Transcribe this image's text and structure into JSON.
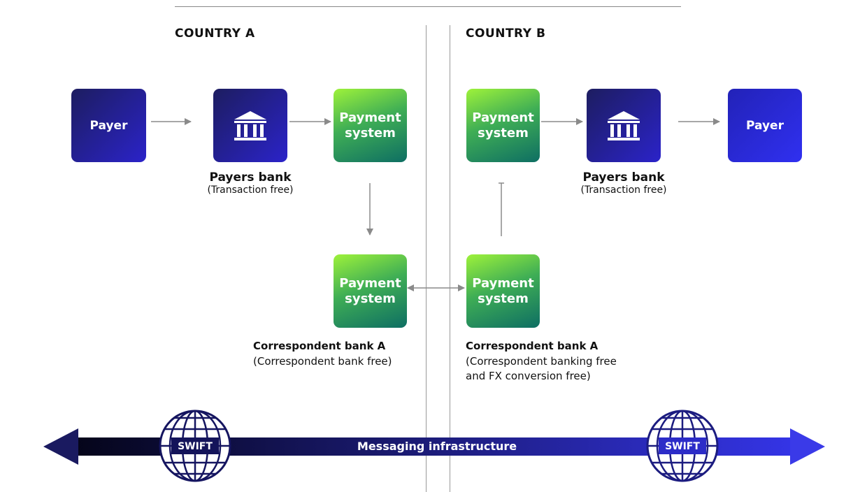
{
  "header": {
    "country_a": "COUNTRY A",
    "country_b": "COUNTRY B"
  },
  "country_a": {
    "payer": {
      "label": "Payer"
    },
    "payers_bank": {
      "title": "Payers bank",
      "subtitle": "(Transaction free)"
    },
    "payment_system_top": {
      "line1": "Payment",
      "line2": "system"
    },
    "payment_system_bottom": {
      "line1": "Payment",
      "line2": "system"
    },
    "correspondent": {
      "title": "Correspondent bank A",
      "subtitle": "(Correspondent bank free)"
    }
  },
  "country_b": {
    "payer": {
      "label": "Payer"
    },
    "payers_bank": {
      "title": "Payers bank",
      "subtitle": "(Transaction free)"
    },
    "payment_system_top": {
      "line1": "Payment",
      "line2": "system"
    },
    "payment_system_bottom": {
      "line1": "Payment",
      "line2": "system"
    },
    "correspondent": {
      "title": "Correspondent bank A",
      "subtitle_line1": "(Correspondent banking free",
      "subtitle_line2": "and FX conversion free)"
    }
  },
  "infrastructure": {
    "label": "Messaging infrastructure",
    "swift_left": "SWIFT",
    "swift_right": "SWIFT"
  },
  "icons": {
    "bank": "bank-building-icon",
    "globe": "globe-icon"
  },
  "colors": {
    "navy": "#1d1d60",
    "blue": "#2b23c9",
    "green_light": "#9ef23a",
    "green_dark": "#0e6e63",
    "arrow": "#8a8a8a"
  }
}
